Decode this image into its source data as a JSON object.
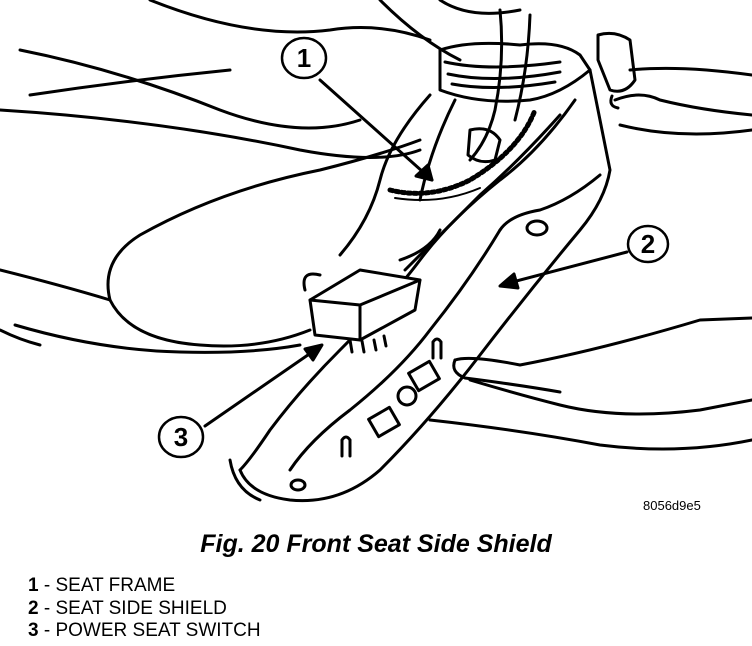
{
  "figure": {
    "image_code": "8056d9e5",
    "caption": "Fig. 20 Front Seat Side Shield"
  },
  "callouts": [
    {
      "number": "1"
    },
    {
      "number": "2"
    },
    {
      "number": "3"
    }
  ],
  "legend": [
    {
      "number": "1",
      "sep": " - ",
      "label": "SEAT FRAME"
    },
    {
      "number": "2",
      "sep": " - ",
      "label": "SEAT SIDE SHIELD"
    },
    {
      "number": "3",
      "sep": " - ",
      "label": "POWER SEAT SWITCH"
    }
  ]
}
